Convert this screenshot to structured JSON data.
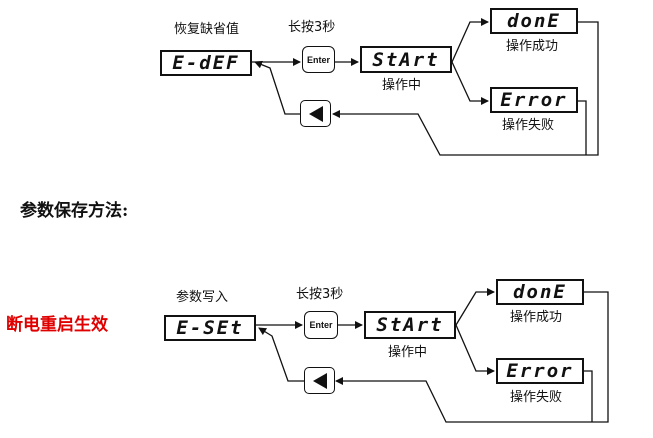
{
  "diagram1": {
    "title_label": "恢复缺省值",
    "display": "E-dEF",
    "long_press": "长按3秒",
    "enter_key": "Enter",
    "start_display": "StArt",
    "in_progress": "操作中",
    "done_display": "donE",
    "success": "操作成功",
    "error_display": "Error",
    "failure": "操作失败",
    "back_icon": "left-triangle-icon"
  },
  "section_heading": "参数保存方法:",
  "diagram2": {
    "title_label": "参数写入",
    "display": "E-SEt",
    "long_press": "长按3秒",
    "enter_key": "Enter",
    "start_display": "StArt",
    "in_progress": "操作中",
    "done_display": "donE",
    "success": "操作成功",
    "error_display": "Error",
    "failure": "操作失败",
    "back_icon": "left-triangle-icon"
  },
  "note": "断电重启生效",
  "colors": {
    "note": "#e00000",
    "lines": "#111111"
  }
}
